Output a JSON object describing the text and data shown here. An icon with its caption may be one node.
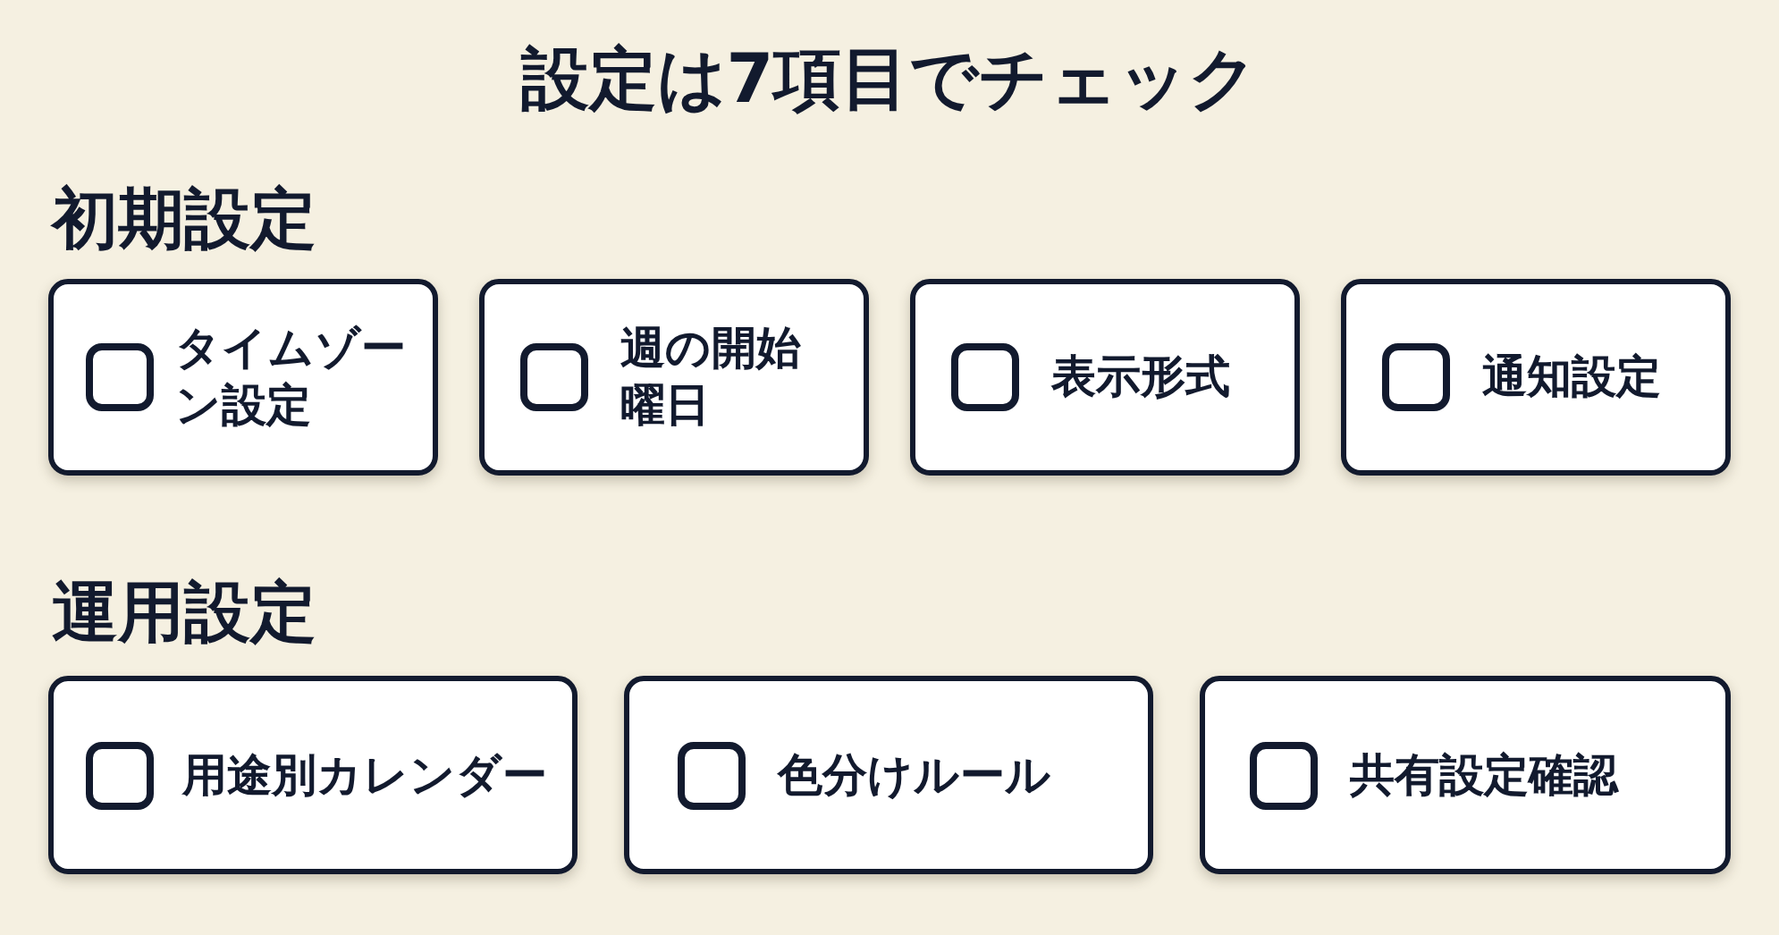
{
  "diagram": {
    "title": "設定は7項目でチェック",
    "nodes": [
      {
        "text": [
          "タイムゾーン設定"
        ]
      },
      {
        "text": [
          "週の開始曜日"
        ]
      },
      {
        "text": [
          "表示形式"
        ]
      },
      {
        "text": [
          "通知設定"
        ]
      },
      {
        "text": [
          "用途別カレンダー"
        ]
      },
      {
        "text": [
          "色分けルール"
        ]
      },
      {
        "text": [
          "共有設定確認"
        ]
      }
    ],
    "labels": [
      "初期設定",
      "運用設定"
    ]
  }
}
